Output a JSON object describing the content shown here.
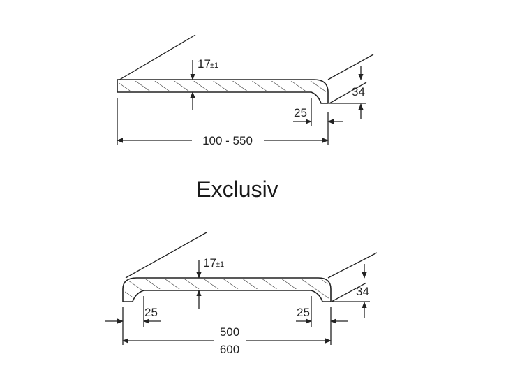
{
  "caption": "Exclusiv",
  "top_profile": {
    "thickness_main": "17",
    "thickness_tol": "±1",
    "height": "34",
    "edge": "25",
    "width_range": "100 - 550"
  },
  "bottom_profile": {
    "thickness_main": "17",
    "thickness_tol": "±1",
    "height": "34",
    "edge_left": "25",
    "edge_right": "25",
    "width_inner": "500",
    "width_outer": "600"
  }
}
